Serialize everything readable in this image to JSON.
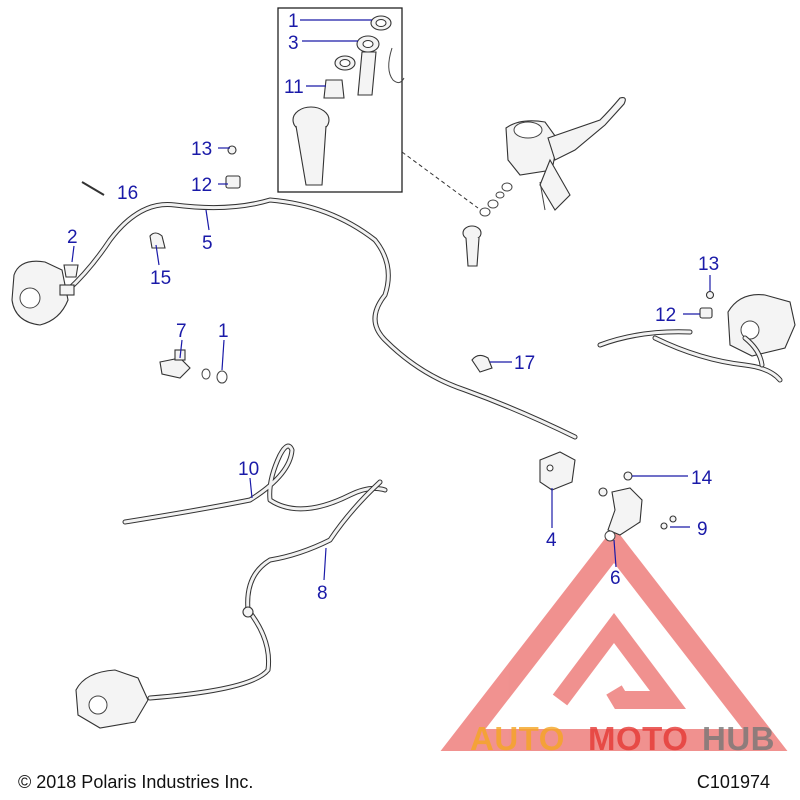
{
  "callouts": {
    "c1_top": "1",
    "c3": "3",
    "c11": "11",
    "c13_top": "13",
    "c12_top": "12",
    "c16": "16",
    "c2": "2",
    "c5": "5",
    "c15": "15",
    "c7": "7",
    "c1_mid": "1",
    "c17": "17",
    "c13_right": "13",
    "c12_right": "12",
    "c10": "10",
    "c8": "8",
    "c4": "4",
    "c14": "14",
    "c9": "9",
    "c6": "6"
  },
  "footer": {
    "copyright": "© 2018 Polaris Industries Inc.",
    "diagram_id": "C101974"
  },
  "watermark": {
    "brand_part1": "AUTO",
    "brand_part2": "MOTO",
    "brand_part3": "HUB",
    "color_red": "#e53935",
    "color_orange": "#f5a623",
    "color_gray": "#777777"
  },
  "colors": {
    "callout": "#1a1aa8"
  }
}
